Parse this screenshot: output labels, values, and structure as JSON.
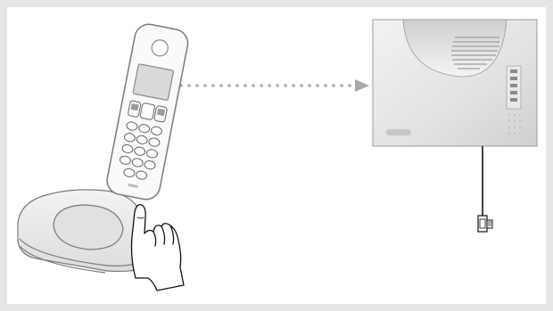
{
  "figure": {
    "background": "#e6e6e6",
    "panel": "#ffffff",
    "stroke": "#7a7a7a",
    "arrow_color": "#a9a9a9"
  },
  "components": [
    {
      "name": "cordless-handset",
      "icon": "cordless-phone-handset-icon"
    },
    {
      "name": "handset-base",
      "icon": "charging-cradle-icon"
    },
    {
      "name": "pressing-finger",
      "icon": "hand-pointing-icon"
    },
    {
      "name": "base-station",
      "icon": "wall-base-station-icon"
    },
    {
      "name": "telephone-plug",
      "icon": "rj11-plug-icon"
    }
  ],
  "connections": [
    {
      "from": "cordless-handset",
      "to": "base-station",
      "style": "dotted-arrow"
    },
    {
      "from": "base-station",
      "to": "telephone-plug",
      "style": "cable"
    }
  ]
}
